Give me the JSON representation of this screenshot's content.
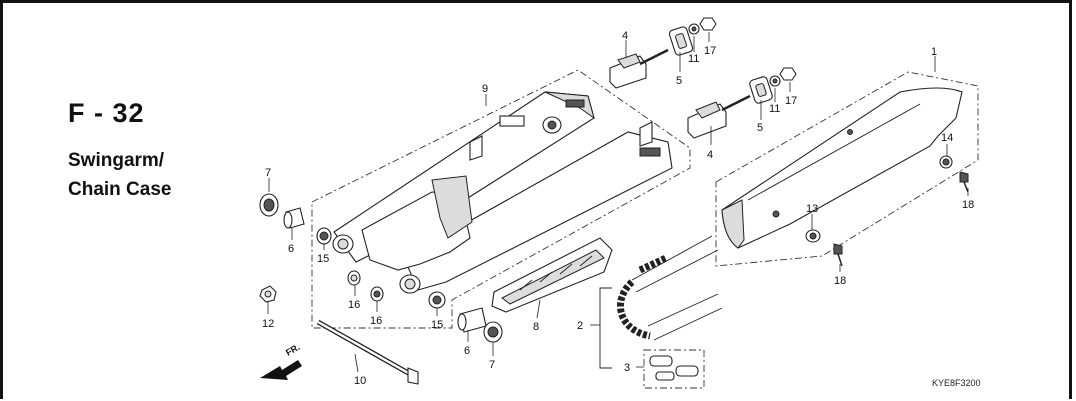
{
  "header": {
    "code": "F - 32",
    "name_line1": "Swingarm/",
    "name_line2": "Chain Case"
  },
  "direction_label": "FR.",
  "reference_code": "KYE8F3200",
  "callouts": [
    "1",
    "2",
    "3",
    "4",
    "4",
    "5",
    "5",
    "6",
    "6",
    "7",
    "7",
    "8",
    "9",
    "10",
    "11",
    "11",
    "12",
    "13",
    "14",
    "15",
    "15",
    "16",
    "16",
    "17",
    "17",
    "18",
    "18"
  ]
}
